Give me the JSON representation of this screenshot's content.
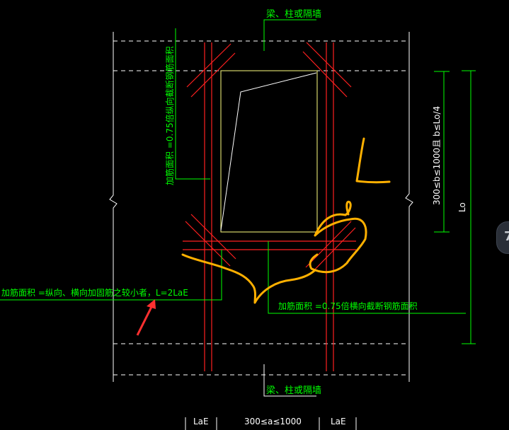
{
  "labels": {
    "top_beam_label": "梁、柱或隔墙",
    "bottom_beam_label": "梁、柱或隔墙",
    "left_vertical_note": "加筋面积 =0.75倍纵向截断钢筋面积",
    "bottom_right_note": "加筋面积 =0.75倍横向截断钢筋面积",
    "left_horizontal_note": "加筋面积 =纵向、横向加固筋之较小者，L=2LaE",
    "b_dimension": "300≤b≤1000且 b≤Lo/4",
    "lo_dimension": "Lo",
    "dim_lae_left": "LaE",
    "dim_a_range": "300≤a≤1000",
    "dim_lae_right": "LaE"
  },
  "handwriting": {
    "letter": "L"
  },
  "ui": {
    "edge_tab_glyph": "7"
  },
  "colors": {
    "background": "#000000",
    "outline_dashed": "#ffffff",
    "rebar": "#ff2020",
    "opening": "#ffff80",
    "annotation_line": "#00ff00",
    "annotation_text": "#00ff00",
    "handwriting": "#ffb000",
    "arrow": "#ff3030"
  }
}
